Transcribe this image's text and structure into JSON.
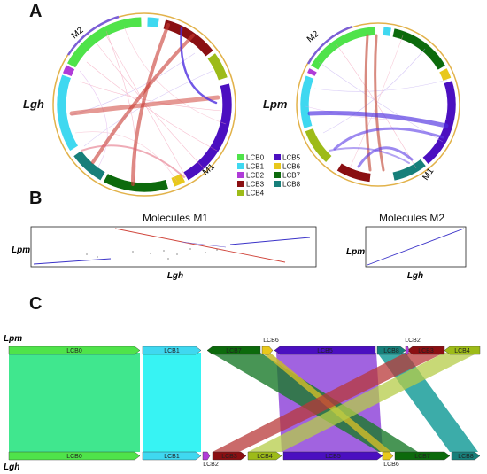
{
  "panels": {
    "a": "A",
    "b": "B",
    "c": "C"
  },
  "circos": {
    "left": {
      "species": "Lgh",
      "m1": "M1",
      "m2": "M2"
    },
    "right": {
      "species": "Lpm",
      "m1": "M1",
      "m2": "M2"
    }
  },
  "legend": [
    {
      "name": "LCB0",
      "color": "#4fe34a"
    },
    {
      "name": "LCB1",
      "color": "#3fd8f0"
    },
    {
      "name": "LCB2",
      "color": "#b03bd8"
    },
    {
      "name": "LCB3",
      "color": "#8a0f12"
    },
    {
      "name": "LCB4",
      "color": "#9dbb18"
    },
    {
      "name": "LCB5",
      "color": "#4b0fc0"
    },
    {
      "name": "LCB6",
      "color": "#e8c81c"
    },
    {
      "name": "LCB7",
      "color": "#0c6a0c"
    },
    {
      "name": "LCB8",
      "color": "#177f7a"
    }
  ],
  "dotplots": {
    "m1": {
      "title": "Molecules M1",
      "ylabel": "Lpm",
      "xlabel": "Lgh"
    },
    "m2": {
      "title": "Molecules M2",
      "ylabel": "Lpm",
      "xlabel": "Lgh"
    }
  },
  "synteny": {
    "top_label": "Lpm",
    "bottom_label": "Lgh",
    "top_blocks": [
      "LCB0",
      "LCB1",
      "LCB7",
      "LCB6",
      "LCB5",
      "LCB8",
      "LCB3",
      "LCB4",
      "LCB2"
    ],
    "bottom_blocks": [
      "LCB0",
      "LCB1",
      "LCB2",
      "LCB3",
      "LCB4",
      "LCB5",
      "LCB6",
      "LCB7",
      "LCB8"
    ]
  }
}
